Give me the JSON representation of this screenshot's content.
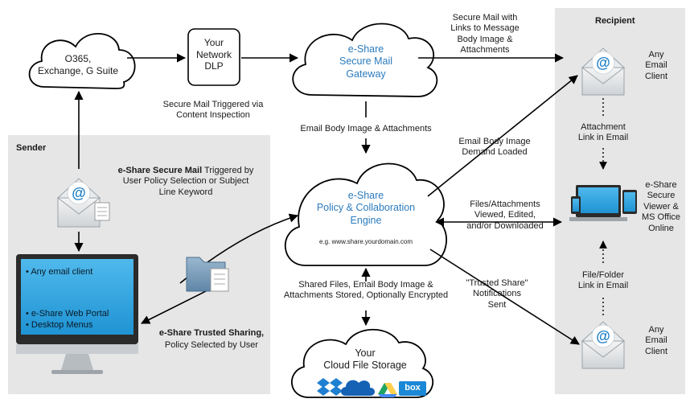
{
  "panels": {
    "sender_title": "Sender",
    "recipient_title": "Recipient"
  },
  "clouds": {
    "o365": "O365,\nExchange, G Suite",
    "gateway": "e-Share\nSecure Mail\nGateway",
    "engine": "e-Share\nPolicy & Collaboration\nEngine",
    "engine_url": "e.g. www.share.yourdomain.com",
    "storage": "Your\nCloud File Storage"
  },
  "dlp": "Your\nNetwork\nDLP",
  "labels": {
    "dlp_trigger": "Secure Mail Triggered via\nContent Inspection",
    "secure_mail_links": "Secure Mail with\nLinks to Message\nBody Image &\nAttachments",
    "email_body_attachments": "Email Body Image & Attachments",
    "demand_loaded": "Email Body Image\nDemand Loaded",
    "files_viewed": "Files/Attachments\nViewed, Edited,\nand/or Downloaded",
    "trusted_share": "\"Trusted Share\"\nNotifications\nSent",
    "shared_files": "Shared Files, Email Body Image &\nAttachments Stored, Optionally Encrypted",
    "secure_mail_bold": "e-Share Secure Mail",
    "secure_mail_rest": " Triggered by\nUser Policy Selection or Subject\nLine Keyword",
    "trusted_sharing_bold": "e-Share Trusted Sharing,",
    "trusted_sharing_rest": "Policy Selected by User",
    "attachment_link": "Attachment\nLink in Email",
    "file_folder_link": "File/Folder\nLink in Email",
    "any_email_client_1": "Any\nEmail\nClient",
    "viewer": "e-Share\nSecure\nViewer &\nMS Office\nOnline",
    "any_email_client_2": "Any\nEmail\nClient"
  },
  "monitor_list": [
    "Any email client",
    "e-Share Web Portal",
    "Desktop Menus"
  ],
  "storage_icons": [
    "dropbox-icon",
    "onedrive-icon",
    "google-drive-icon",
    "box-icon"
  ],
  "storage_icon_text": {
    "box": "box"
  },
  "colors": {
    "blue_text": "#2b7bbd",
    "panel": "#e6e6e6",
    "screen": "#2fa5e0",
    "at_blue": "#1f7fc8"
  }
}
